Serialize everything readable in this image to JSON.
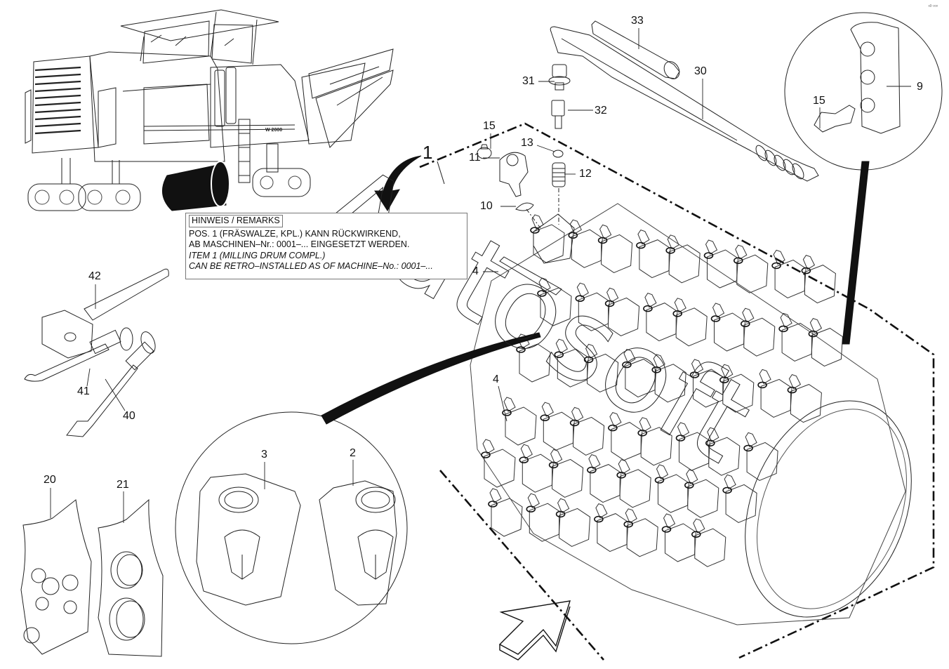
{
  "diagram": {
    "title": "Milling drum compl. — exploded parts diagram",
    "corner_mark": "ᵉᴰ ᵒᵒᵒ",
    "watermark": "Autosoft"
  },
  "remarks": {
    "heading": "HINWEIS / REMARKS",
    "lines_de": [
      "POS. 1 (FRÄSWALZE, KPL.) KANN RÜCKWIRKEND,",
      "AB MASCHINEN–Nr.: 0001–... EINGESETZT WERDEN."
    ],
    "lines_en": [
      "ITEM 1 (MILLING DRUM COMPL.)",
      "CAN BE RETRO–INSTALLED  AS OF MACHINE–No.: 0001–..."
    ]
  },
  "machine": {
    "model_badge": "W 2000"
  },
  "callouts": [
    {
      "id": "c1",
      "label": "1"
    },
    {
      "id": "c2",
      "label": "2"
    },
    {
      "id": "c3",
      "label": "3"
    },
    {
      "id": "c4a",
      "label": "4"
    },
    {
      "id": "c4b",
      "label": "4"
    },
    {
      "id": "c9",
      "label": "9"
    },
    {
      "id": "c10",
      "label": "10"
    },
    {
      "id": "c11",
      "label": "11"
    },
    {
      "id": "c12",
      "label": "12"
    },
    {
      "id": "c13",
      "label": "13"
    },
    {
      "id": "c15a",
      "label": "15"
    },
    {
      "id": "c15b",
      "label": "15"
    },
    {
      "id": "c20",
      "label": "20"
    },
    {
      "id": "c21",
      "label": "21"
    },
    {
      "id": "c30",
      "label": "30"
    },
    {
      "id": "c31",
      "label": "31"
    },
    {
      "id": "c32",
      "label": "32"
    },
    {
      "id": "c33",
      "label": "33"
    },
    {
      "id": "c40",
      "label": "40"
    },
    {
      "id": "c41",
      "label": "41"
    },
    {
      "id": "c42",
      "label": "42"
    }
  ]
}
